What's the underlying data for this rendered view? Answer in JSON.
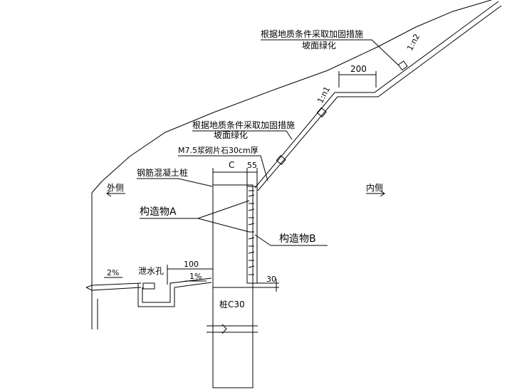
{
  "notes": {
    "upper_measure": "根据地质条件采取加固措施",
    "upper_green": "坡面绿化",
    "lower_measure": "根据地质条件采取加固措施",
    "lower_green": "坡面绿化",
    "masonry": "M7.5浆砌片石30cm厚",
    "pile_type": "钢筋混凝土桩"
  },
  "dimensions": {
    "platform_width": "200",
    "pile_width": "C",
    "facing_width": "55",
    "ditch_width": "100",
    "bottom_offset": "30"
  },
  "slopes": {
    "upper": "1:n2",
    "lower": "1:n1",
    "outer_grade": "2%",
    "inner_grade": "1%"
  },
  "sides": {
    "outer": "外侧",
    "inner": "内侧"
  },
  "labels": {
    "structure_a": "构造物A",
    "structure_b": "构造物B",
    "drain_hole": "泄水孔",
    "pile_concrete": "桩C30"
  }
}
